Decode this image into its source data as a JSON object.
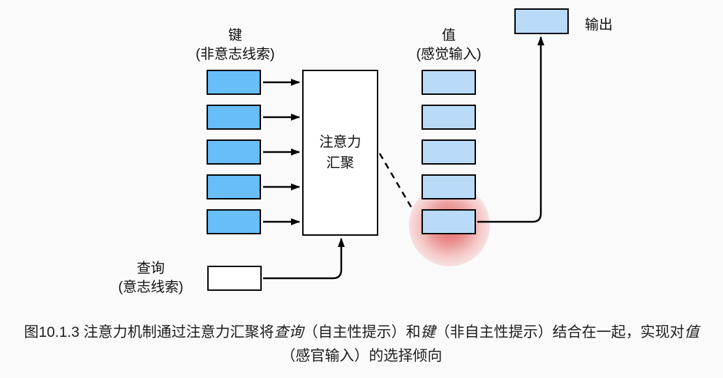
{
  "figure": {
    "labels": {
      "keys_title": "键",
      "keys_subtitle": "(非意志线索)",
      "values_title": "值",
      "values_subtitle": "(感觉输入)",
      "query_title": "查询",
      "query_subtitle": "(意志线索)",
      "output_label": "输出",
      "attention_box_line1": "注意力",
      "attention_box_line2": "汇聚"
    },
    "structure": {
      "key_count": 5,
      "value_count": 5,
      "highlighted_value_index": 5,
      "highlight_shape": "red-radial-glow"
    },
    "colors": {
      "key_fill": "#67BEF8",
      "value_fill": "#B9DBF8",
      "output_fill": "#B9DBF8",
      "attention_fill": "#FFFFFF",
      "query_fill": "#FFFFFF",
      "glow_red": "#DB3A3A",
      "stroke": "#000000",
      "background": "#FAFAFA"
    }
  },
  "caption": {
    "figure_number": "图10.1.3",
    "line1": [
      {
        "text": "图10.1.3 注意力机制通过注意力汇聚将",
        "italic": false
      },
      {
        "text": "查询",
        "italic": true
      },
      {
        "text": "（自主性提示）和",
        "italic": false
      },
      {
        "text": "键",
        "italic": true
      },
      {
        "text": "（非自主性提示）结合在一起，实现对",
        "italic": false
      },
      {
        "text": "值",
        "italic": true
      }
    ],
    "line2": [
      {
        "text": "（感官输入）的选择倾向",
        "italic": false
      }
    ]
  }
}
